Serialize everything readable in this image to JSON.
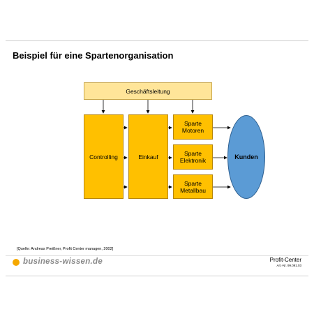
{
  "title": "Beispiel für eine Spartenorganisation",
  "boxes": {
    "leitung": "Geschäftsleitung",
    "controlling": "Controlling",
    "einkauf": "Einkauf",
    "motoren": "Sparte\nMotoren",
    "elektronik": "Sparte\nElektronik",
    "metallbau": "Sparte\nMetallbau",
    "kunden": "Kunden"
  },
  "source": "[Quelle: Andreas Preißner, Profit Center managen, 2002]",
  "footer": {
    "logo": "business-wissen.de",
    "product": "Profit-Center",
    "article": "Art.-Nr. 99.091.03"
  },
  "colors": {
    "unit": "#ffc000",
    "leitung": "#ffe599",
    "kunden": "#5b9bd5",
    "logo_dot": "#f5a800"
  }
}
